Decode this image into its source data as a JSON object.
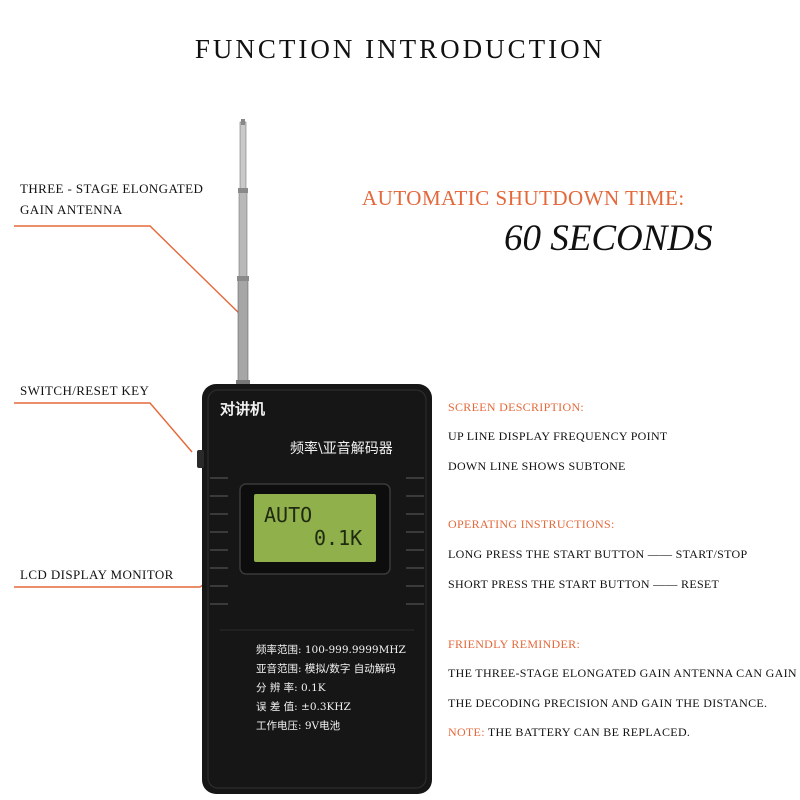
{
  "title": "FUNCTION INTRODUCTION",
  "shutdown": {
    "label": "AUTOMATIC SHUTDOWN TIME:",
    "value": "60 SECONDS"
  },
  "callouts": {
    "antenna_line1": "THREE - STAGE ELONGATED",
    "antenna_line2": "GAIN ANTENNA",
    "switch": "SWITCH/RESET KEY",
    "lcd": "LCD DISPLAY MONITOR"
  },
  "sections": {
    "screen": {
      "heading": "SCREEN DESCRIPTION:",
      "lines": [
        "UP LINE DISPLAY FREQUENCY POINT",
        "DOWN LINE SHOWS SUBTONE"
      ]
    },
    "operating": {
      "heading": "OPERATING INSTRUCTIONS:",
      "lines": [
        "LONG PRESS THE START BUTTON —— START/STOP",
        "SHORT PRESS THE START BUTTON —— RESET"
      ]
    },
    "reminder": {
      "heading": "FRIENDLY REMINDER:",
      "lines": [
        "THE THREE-STAGE ELONGATED GAIN ANTENNA CAN GAIN .",
        "THE DECODING PRECISION AND GAIN THE DISTANCE."
      ],
      "note_label": "NOTE:",
      "note_text": " THE BATTERY CAN BE REPLACED."
    }
  },
  "device": {
    "brand": "对讲机",
    "model": "频率\\亚音解码器",
    "lcd_line1": "AUTO",
    "lcd_line2": "0.1K",
    "specs": [
      "频率范围: 100-999.9999MHZ",
      "亚音范围: 模拟/数字 自动解码",
      "分 辨 率: 0.1K",
      "误 差 值: ±0.3KHZ",
      "工作电压: 9V电池"
    ]
  },
  "colors": {
    "accent": "#e4683a",
    "device_body": "#161616",
    "lcd": "#8fb04a"
  }
}
